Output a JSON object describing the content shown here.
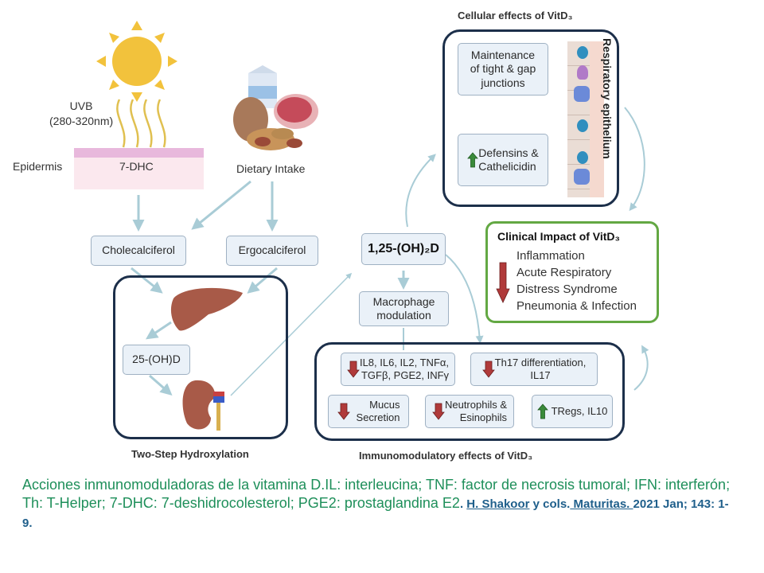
{
  "colors": {
    "arrow": "#a9ccd6",
    "frame": "#1c2f4a",
    "clinical_frame": "#63a843",
    "down_arrow": "#b03a3a",
    "up_arrow": "#3a8a3a",
    "footer_text": "#1e8f5a",
    "footer_ref": "#1f5f8b"
  },
  "sources": {
    "uvb_label": "UVB",
    "uvb_range": "(280-320nm)",
    "epidermis_label": "Epidermis",
    "skin_compound": "7-DHC",
    "dietary_label": "Dietary Intake"
  },
  "precursors": {
    "cholecalciferol": "Cholecalciferol",
    "ergocalciferol": "Ergocalciferol"
  },
  "hydroxylation": {
    "intermediate": "25-(OH)D",
    "caption": "Two-Step Hydroxylation"
  },
  "active_form": {
    "label": "1,25-(OH)₂D",
    "macrophage_line1": "Macrophage",
    "macrophage_line2": "modulation"
  },
  "cellular": {
    "title": "Cellular effects of VitD₃",
    "junctions_line1": "Maintenance",
    "junctions_line2": "of tight & gap",
    "junctions_line3": "junctions",
    "defensins_line1": "Defensins &",
    "defensins_line2": "Cathelicidin",
    "epithelium_label": "Respiratory epithelium"
  },
  "clinical": {
    "title": "Clinical Impact of VitD₃",
    "items": [
      "Inflammation",
      "Acute Respiratory",
      "Distress Syndrome",
      "Pneumonia & Infection"
    ]
  },
  "immuno": {
    "caption": "Immunomodulatory effects of VitD₃",
    "cytokines_line1": "IL8, IL6, IL2, TNFα,",
    "cytokines_line2": "TGFβ, PGE2, INFγ",
    "th17_line1": "Th17 differentiation,",
    "th17_line2": "IL17",
    "mucus_line1": "Mucus",
    "mucus_line2": "Secretion",
    "neutro_line1": "Neutrophils &",
    "neutro_line2": "Esinophils",
    "tregs": "TRegs, IL10"
  },
  "footer": {
    "text": "Acciones inmunomoduladoras de la vitamina D.IL: interleucina; TNF: factor de necrosis tumoral; IFN: interferón; Th: T-Helper; 7-DHC: 7-deshidrocolesterol; PGE2: prostaglandina E2",
    "sep": ". ",
    "author_link": "H. Shakoor",
    "cols": " y cols.",
    "journal_link": " Maturitas. ",
    "citation": "2021 Jan; 143: 1-9."
  }
}
